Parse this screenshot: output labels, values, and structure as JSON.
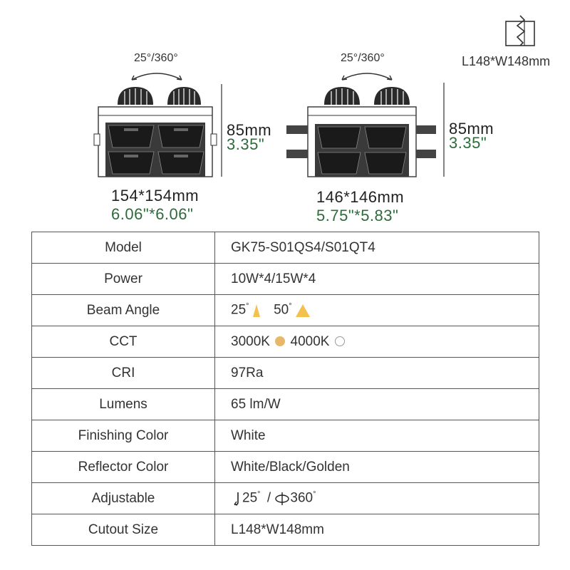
{
  "header": {
    "cutout_label": "L148*W148mm",
    "cutout_icon": "cutout-wall-icon"
  },
  "left_view": {
    "angle_label": "25°/360°",
    "height_mm": "85mm",
    "height_in": "3.35\"",
    "size_mm": "154*154mm",
    "size_in": "6.06\"*6.06\""
  },
  "right_view": {
    "angle_label": "25°/360°",
    "height_mm": "85mm",
    "height_in": "3.35\"",
    "size_mm": "146*146mm",
    "size_in": "5.75\"*5.83\""
  },
  "specs": {
    "model": {
      "label": "Model",
      "value": "GK75-S01QS4/S01QT4"
    },
    "power": {
      "label": "Power",
      "value": "10W*4/15W*4"
    },
    "beam": {
      "label": "Beam Angle",
      "a": "25",
      "b": "50",
      "deg": "°"
    },
    "cct": {
      "label": "CCT",
      "a": "3000K",
      "b": "4000K",
      "warm_color": "#e8b86a"
    },
    "cri": {
      "label": "CRI",
      "value": "97Ra"
    },
    "lumens": {
      "label": "Lumens",
      "value": "65 lm/W"
    },
    "finish": {
      "label": "Finishing Color",
      "value": "White"
    },
    "reflector": {
      "label": "Reflector Color",
      "value": "White/Black/Golden"
    },
    "adjustable": {
      "label": "Adjustable",
      "tilt": "25",
      "sep": "/",
      "rotate": "360",
      "deg": "°"
    },
    "cutout": {
      "label": "Cutout Size",
      "value": "L148*W148mm"
    }
  },
  "colors": {
    "accent_green": "#2e6b3a",
    "beam_yellow": "#f2c14e"
  }
}
